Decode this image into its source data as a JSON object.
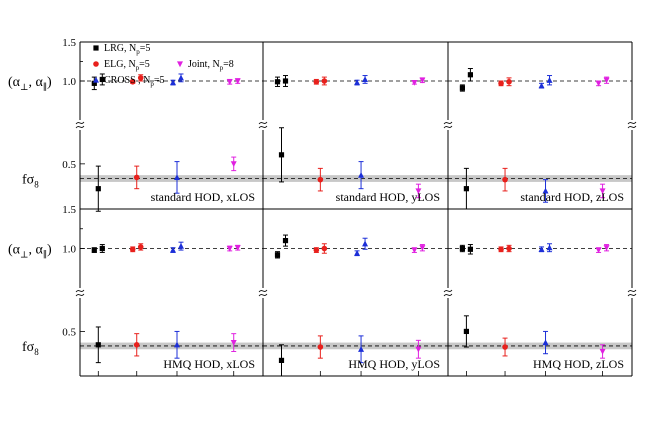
{
  "chart_data": {
    "type": "scatter",
    "layout": "2 rows x 3 columns; each panel has an upper (alpha) sub-axis and a lower (f sigma8) sub-axis separated by an axis break",
    "y_label_alpha": "(α⊥, α∥)",
    "y_label_fs8": "fσ8",
    "alpha_axis": {
      "range": [
        0.5,
        1.5
      ],
      "ticks": [
        "1.5",
        "1.0"
      ],
      "reference": 1.0
    },
    "fs8_axis": {
      "range": [
        0.3,
        0.65
      ],
      "ticks": [
        "0.5"
      ],
      "reference": 0.435,
      "band": [
        0.42,
        0.45
      ]
    },
    "legend": [
      {
        "tracer": "LRG",
        "label": "LRG, N",
        "sub": "p",
        "suffix": "=5",
        "marker": "square",
        "color": "#000000"
      },
      {
        "tracer": "ELG",
        "label": "ELG, N",
        "sub": "p",
        "suffix": "=5",
        "marker": "circle",
        "color": "#e8201c"
      },
      {
        "tracer": "CROSS",
        "label": "CROSS , N",
        "sub": "p",
        "suffix": "=5",
        "marker": "triangle-up",
        "color": "#1c2fd8"
      },
      {
        "tracer": "Joint",
        "label": "Joint, N",
        "sub": "p",
        "suffix": "=8",
        "marker": "triangle-down",
        "color": "#e020e0"
      }
    ],
    "panels": [
      {
        "label": "standard HOD, xLOS",
        "points": [
          {
            "tracer": "LRG",
            "param": "aperp",
            "value": 0.97,
            "err": 0.08
          },
          {
            "tracer": "LRG",
            "param": "apar",
            "value": 1.02,
            "err": 0.07
          },
          {
            "tracer": "LRG",
            "param": "fs8",
            "value": 0.39,
            "err": 0.1
          },
          {
            "tracer": "ELG",
            "param": "aperp",
            "value": 0.99,
            "err": 0.02
          },
          {
            "tracer": "ELG",
            "param": "apar",
            "value": 1.04,
            "err": 0.04
          },
          {
            "tracer": "ELG",
            "param": "fs8",
            "value": 0.44,
            "err": 0.05
          },
          {
            "tracer": "CROSS",
            "param": "aperp",
            "value": 0.98,
            "err": 0.03
          },
          {
            "tracer": "CROSS",
            "param": "apar",
            "value": 1.04,
            "err": 0.05
          },
          {
            "tracer": "CROSS",
            "param": "fs8",
            "value": 0.44,
            "err": 0.07
          },
          {
            "tracer": "Joint",
            "param": "aperp",
            "value": 0.99,
            "err": 0.03
          },
          {
            "tracer": "Joint",
            "param": "apar",
            "value": 1.0,
            "err": 0.03
          },
          {
            "tracer": "Joint",
            "param": "fs8",
            "value": 0.5,
            "err": 0.03
          }
        ]
      },
      {
        "label": "standard HOD, yLOS",
        "points": [
          {
            "tracer": "LRG",
            "param": "aperp",
            "value": 0.99,
            "err": 0.06
          },
          {
            "tracer": "LRG",
            "param": "apar",
            "value": 1.0,
            "err": 0.07
          },
          {
            "tracer": "LRG",
            "param": "fs8",
            "value": 0.54,
            "err": 0.12
          },
          {
            "tracer": "ELG",
            "param": "aperp",
            "value": 0.99,
            "err": 0.03
          },
          {
            "tracer": "ELG",
            "param": "apar",
            "value": 1.0,
            "err": 0.05
          },
          {
            "tracer": "ELG",
            "param": "fs8",
            "value": 0.43,
            "err": 0.05
          },
          {
            "tracer": "CROSS",
            "param": "aperp",
            "value": 0.98,
            "err": 0.03
          },
          {
            "tracer": "CROSS",
            "param": "apar",
            "value": 1.02,
            "err": 0.05
          },
          {
            "tracer": "CROSS",
            "param": "fs8",
            "value": 0.45,
            "err": 0.06
          },
          {
            "tracer": "Joint",
            "param": "aperp",
            "value": 0.98,
            "err": 0.02
          },
          {
            "tracer": "Joint",
            "param": "apar",
            "value": 1.01,
            "err": 0.03
          },
          {
            "tracer": "Joint",
            "param": "fs8",
            "value": 0.38,
            "err": 0.03
          }
        ]
      },
      {
        "label": "standard HOD, zLOS",
        "points": [
          {
            "tracer": "LRG",
            "param": "aperp",
            "value": 0.91,
            "err": 0.04
          },
          {
            "tracer": "LRG",
            "param": "apar",
            "value": 1.08,
            "err": 0.08
          },
          {
            "tracer": "LRG",
            "param": "fs8",
            "value": 0.39,
            "err": 0.09
          },
          {
            "tracer": "ELG",
            "param": "aperp",
            "value": 0.97,
            "err": 0.03
          },
          {
            "tracer": "ELG",
            "param": "apar",
            "value": 0.99,
            "err": 0.05
          },
          {
            "tracer": "ELG",
            "param": "fs8",
            "value": 0.43,
            "err": 0.05
          },
          {
            "tracer": "CROSS",
            "param": "aperp",
            "value": 0.94,
            "err": 0.03
          },
          {
            "tracer": "CROSS",
            "param": "apar",
            "value": 1.01,
            "err": 0.06
          },
          {
            "tracer": "CROSS",
            "param": "fs8",
            "value": 0.38,
            "err": 0.05
          },
          {
            "tracer": "Joint",
            "param": "aperp",
            "value": 0.97,
            "err": 0.03
          },
          {
            "tracer": "Joint",
            "param": "apar",
            "value": 1.01,
            "err": 0.04
          },
          {
            "tracer": "Joint",
            "param": "fs8",
            "value": 0.38,
            "err": 0.03
          }
        ]
      },
      {
        "label": "HMQ HOD, xLOS",
        "points": [
          {
            "tracer": "LRG",
            "param": "aperp",
            "value": 0.98,
            "err": 0.03
          },
          {
            "tracer": "LRG",
            "param": "apar",
            "value": 1.0,
            "err": 0.05
          },
          {
            "tracer": "LRG",
            "param": "fs8",
            "value": 0.44,
            "err": 0.08
          },
          {
            "tracer": "ELG",
            "param": "aperp",
            "value": 0.99,
            "err": 0.03
          },
          {
            "tracer": "ELG",
            "param": "apar",
            "value": 1.02,
            "err": 0.04
          },
          {
            "tracer": "ELG",
            "param": "fs8",
            "value": 0.44,
            "err": 0.05
          },
          {
            "tracer": "CROSS",
            "param": "aperp",
            "value": 0.98,
            "err": 0.03
          },
          {
            "tracer": "CROSS",
            "param": "apar",
            "value": 1.03,
            "err": 0.05
          },
          {
            "tracer": "CROSS",
            "param": "fs8",
            "value": 0.44,
            "err": 0.06
          },
          {
            "tracer": "Joint",
            "param": "aperp",
            "value": 1.0,
            "err": 0.03
          },
          {
            "tracer": "Joint",
            "param": "apar",
            "value": 1.01,
            "err": 0.03
          },
          {
            "tracer": "Joint",
            "param": "fs8",
            "value": 0.45,
            "err": 0.04
          }
        ]
      },
      {
        "label": "HMQ HOD, yLOS",
        "points": [
          {
            "tracer": "LRG",
            "param": "aperp",
            "value": 0.92,
            "err": 0.04
          },
          {
            "tracer": "LRG",
            "param": "apar",
            "value": 1.1,
            "err": 0.07
          },
          {
            "tracer": "LRG",
            "param": "fs8",
            "value": 0.37,
            "err": 0.07
          },
          {
            "tracer": "ELG",
            "param": "aperp",
            "value": 0.98,
            "err": 0.03
          },
          {
            "tracer": "ELG",
            "param": "apar",
            "value": 1.0,
            "err": 0.06
          },
          {
            "tracer": "ELG",
            "param": "fs8",
            "value": 0.43,
            "err": 0.05
          },
          {
            "tracer": "CROSS",
            "param": "aperp",
            "value": 0.94,
            "err": 0.03
          },
          {
            "tracer": "CROSS",
            "param": "apar",
            "value": 1.06,
            "err": 0.07
          },
          {
            "tracer": "CROSS",
            "param": "fs8",
            "value": 0.42,
            "err": 0.06
          },
          {
            "tracer": "Joint",
            "param": "aperp",
            "value": 0.98,
            "err": 0.03
          },
          {
            "tracer": "Joint",
            "param": "apar",
            "value": 1.01,
            "err": 0.04
          },
          {
            "tracer": "Joint",
            "param": "fs8",
            "value": 0.42,
            "err": 0.04
          }
        ]
      },
      {
        "label": "HMQ HOD, zLOS",
        "points": [
          {
            "tracer": "LRG",
            "param": "aperp",
            "value": 1.0,
            "err": 0.04
          },
          {
            "tracer": "LRG",
            "param": "apar",
            "value": 0.99,
            "err": 0.06
          },
          {
            "tracer": "LRG",
            "param": "fs8",
            "value": 0.5,
            "err": 0.07
          },
          {
            "tracer": "ELG",
            "param": "aperp",
            "value": 0.99,
            "err": 0.03
          },
          {
            "tracer": "ELG",
            "param": "apar",
            "value": 1.0,
            "err": 0.04
          },
          {
            "tracer": "ELG",
            "param": "fs8",
            "value": 0.43,
            "err": 0.04
          },
          {
            "tracer": "CROSS",
            "param": "aperp",
            "value": 0.99,
            "err": 0.03
          },
          {
            "tracer": "CROSS",
            "param": "apar",
            "value": 1.01,
            "err": 0.05
          },
          {
            "tracer": "CROSS",
            "param": "fs8",
            "value": 0.45,
            "err": 0.05
          },
          {
            "tracer": "Joint",
            "param": "aperp",
            "value": 0.98,
            "err": 0.03
          },
          {
            "tracer": "Joint",
            "param": "apar",
            "value": 1.01,
            "err": 0.04
          },
          {
            "tracer": "Joint",
            "param": "fs8",
            "value": 0.41,
            "err": 0.03
          }
        ]
      }
    ]
  }
}
